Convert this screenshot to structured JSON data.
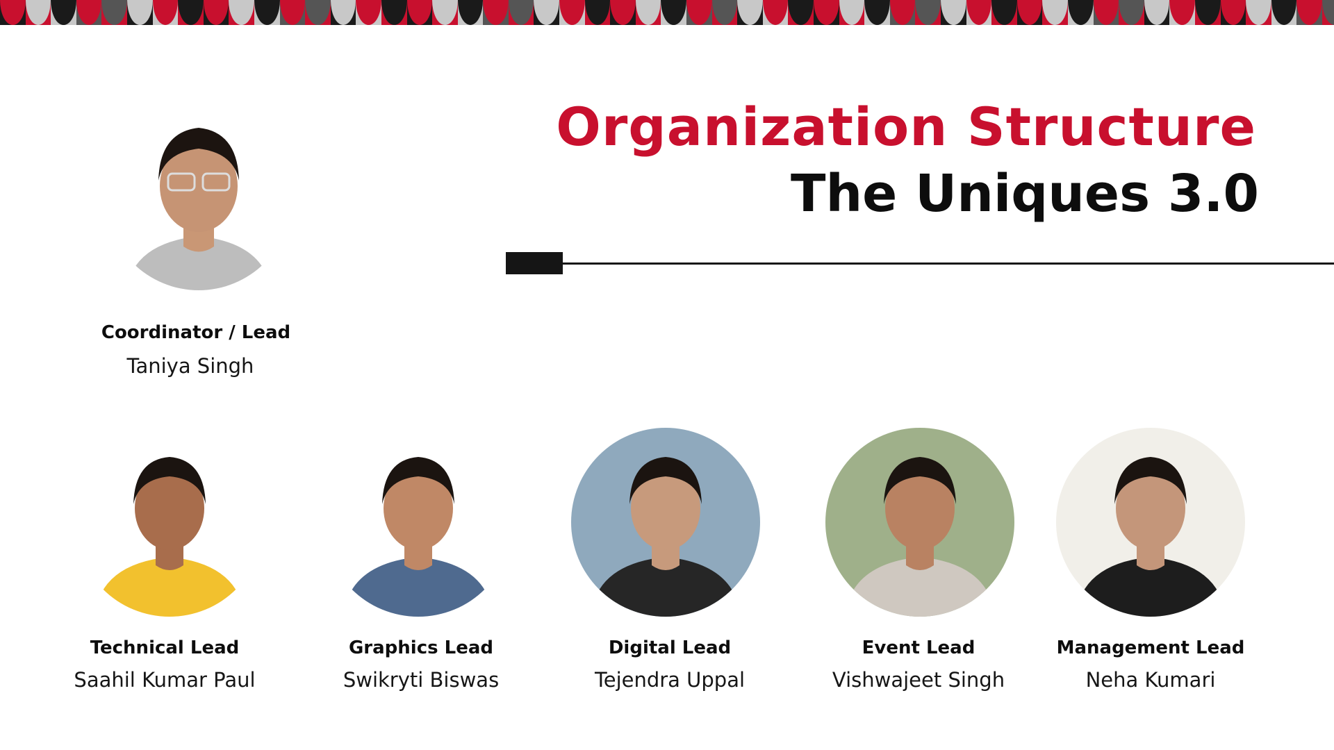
{
  "title": {
    "line1": "Organization Structure",
    "line2": "The Uniques 3.0"
  },
  "colors": {
    "accent_red": "#c8102e",
    "text_dark": "#0d0d0d",
    "border_gray": "#c8c8c8",
    "border_dark": "#555555"
  },
  "coordinator": {
    "role": "Coordinator  / Lead",
    "name": "Taniya Singh",
    "photo_icon": "person-photo"
  },
  "leads": [
    {
      "role": "Technical Lead",
      "name": "Saahil Kumar Paul",
      "photo_icon": "person-photo"
    },
    {
      "role": "Graphics Lead",
      "name": "Swikryti Biswas",
      "photo_icon": "person-photo"
    },
    {
      "role": "Digital Lead",
      "name": "Tejendra Uppal",
      "photo_icon": "person-photo"
    },
    {
      "role": "Event Lead",
      "name": "Vishwajeet Singh",
      "photo_icon": "person-photo"
    },
    {
      "role": "Management Lead",
      "name": "Neha Kumari",
      "photo_icon": "person-photo"
    }
  ]
}
